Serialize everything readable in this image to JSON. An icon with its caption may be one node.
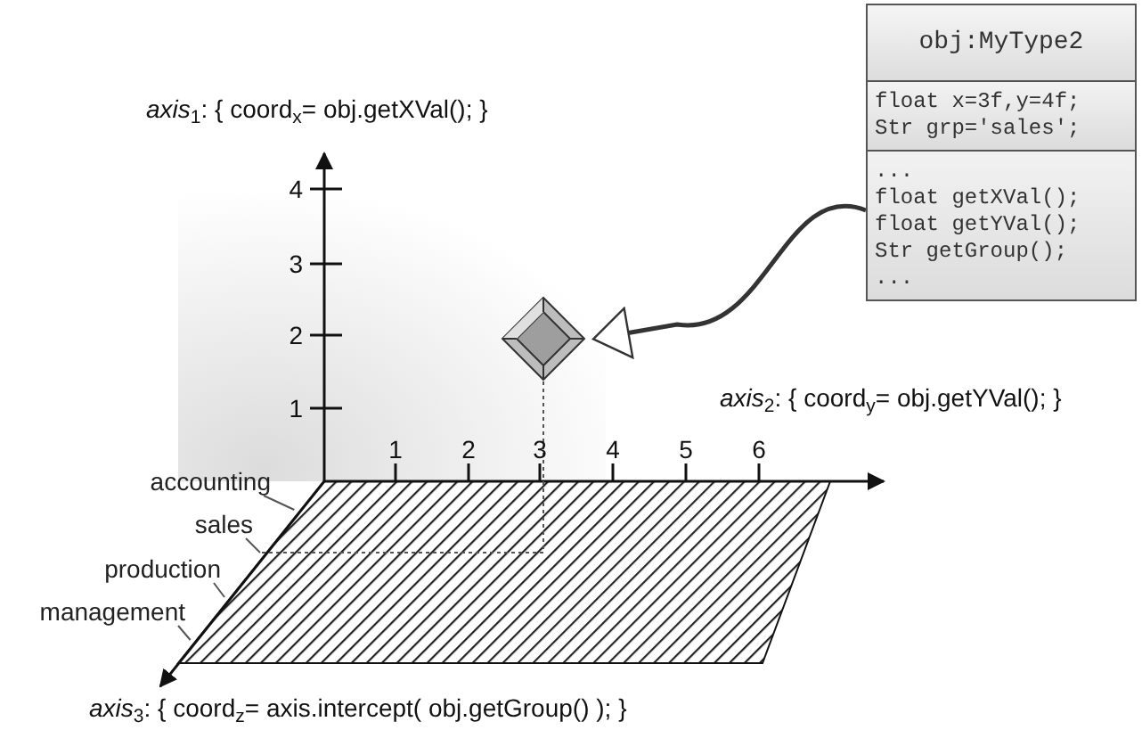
{
  "diagram": {
    "nodes": [
      {
        "text": [
          "obj:MyType2"
        ]
      },
      {
        "text": [
          "float x=3f,y=4f;",
          "Str grp='sales';"
        ],
        "in": 0
      },
      {
        "text": [
          "...",
          "float getXVal();",
          "float getYVal();",
          "Str getGroup();",
          "..."
        ],
        "in": 0
      },
      {
        "text": [],
        "shape": "diamond"
      },
      {
        "text": [
          "accounting"
        ]
      },
      {
        "text": [
          "sales"
        ]
      },
      {
        "text": [
          "production"
        ]
      },
      {
        "text": [
          "management"
        ]
      }
    ],
    "edges": [
      {
        "from": 0,
        "to": 3,
        "arrow": "to",
        "style": "thick"
      },
      {
        "from": 4,
        "to": null,
        "arrow": "none"
      },
      {
        "from": 5,
        "to": null,
        "arrow": "none"
      },
      {
        "from": 6,
        "to": null,
        "arrow": "none"
      },
      {
        "from": 7,
        "to": null,
        "arrow": "none"
      },
      {
        "from": 3,
        "to": 5,
        "arrow": "none",
        "style": "dashed"
      }
    ],
    "labels": [
      "*axis*$_{1}$: { coord$_{x}$= obj.getXVal(); }",
      "4",
      "3",
      "2",
      "*axis*$_{2}$: { coord$_{y}$= obj.getYVal(); }",
      "1",
      "1",
      "2",
      "3",
      "4",
      "5",
      "6",
      "*axis*$_{3}$: { coord$_{z}$= axis.intercept( obj.getGroup() ); }"
    ]
  }
}
